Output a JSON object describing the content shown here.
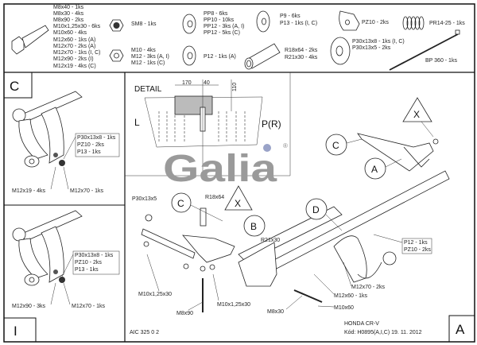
{
  "parts": {
    "bolts": [
      "M8x40 - 1ks",
      "M8x30 - 4ks",
      "M8x90 - 2ks",
      "M10x1,25x30 - 6ks",
      "M10x60 - 4ks",
      "M12x60 - 1ks (A)",
      "M12x70 - 2ks (A)",
      "M12x70 - 1ks (I, C)",
      "M12x90 - 2ks (I)",
      "M12x19 - 4ks (C)"
    ],
    "self_locking_nut": "SM8 - 1ks",
    "nuts": [
      "M10 - 4ks",
      "M12 - 3ks (A, I)",
      "M12 - 1ks (C)"
    ],
    "washers_pp": [
      "PP8 - 6ks",
      "PP10 - 10ks",
      "PP12 - 3ks (A, I)",
      "PP12 - 5ks (C)"
    ],
    "washer_p12": "P12 - 1ks (A)",
    "washers_p": [
      "P9 - 6ks",
      "P13 - 1ks (I, C)"
    ],
    "tubes": [
      "R18x64 - 2ks",
      "R21x30 - 4ks"
    ],
    "plate": "PZ10 - 2ks",
    "spacers": [
      "P30x13x8 - 1ks (I, C)",
      "P30x13x5 - 2ks"
    ],
    "spring": "PR14-25 - 1ks",
    "cable_tie": "BP 360 - 1ks"
  },
  "panel_c": {
    "letter": "C",
    "callout": [
      "P30x13x8 - 1ks",
      "PZ10 - 2ks",
      "P13 - 1ks"
    ],
    "left_label": "M12x19 - 4ks",
    "right_label": "M12x70 - 1ks"
  },
  "panel_i": {
    "letter": "I",
    "callout": [
      "P30x13x8 - 1ks",
      "PZ10 - 2ks",
      "P13 - 1ks"
    ],
    "left_label": "M12x90 - 3ks",
    "right_label": "M12x70 - 1ks"
  },
  "detail": {
    "title": "DETAIL",
    "dim_1": "170",
    "dim_2": "40",
    "dim_3": "110",
    "left": "L",
    "right": "P(R)"
  },
  "logo": {
    "text": "Galia",
    "mark": "®"
  },
  "assembly": {
    "markers": {
      "c": "C",
      "b": "B",
      "x": "X",
      "a": "A",
      "d": "D"
    },
    "labels": {
      "p30": "P30x13x5",
      "r18": "R18x64",
      "r21": "R21x30",
      "m10_left": "M10x1,25x30",
      "m8x90": "M8x90",
      "m10_right": "M10x1,25x30",
      "m8x30": "M8x30",
      "p12": "P12 - 1ks",
      "pz10": "PZ10 - 2ks",
      "m12x70": "M12x70 - 2ks",
      "m12x60": "M12x60 - 1ks",
      "m10x60": "M10x60"
    }
  },
  "footer": {
    "drawing_no": "AIC 325 0 2",
    "vehicle": "HONDA CR-V",
    "code_line": "Kód: H0895(A,I,C)  19. 11. 2012",
    "variant": "A"
  }
}
